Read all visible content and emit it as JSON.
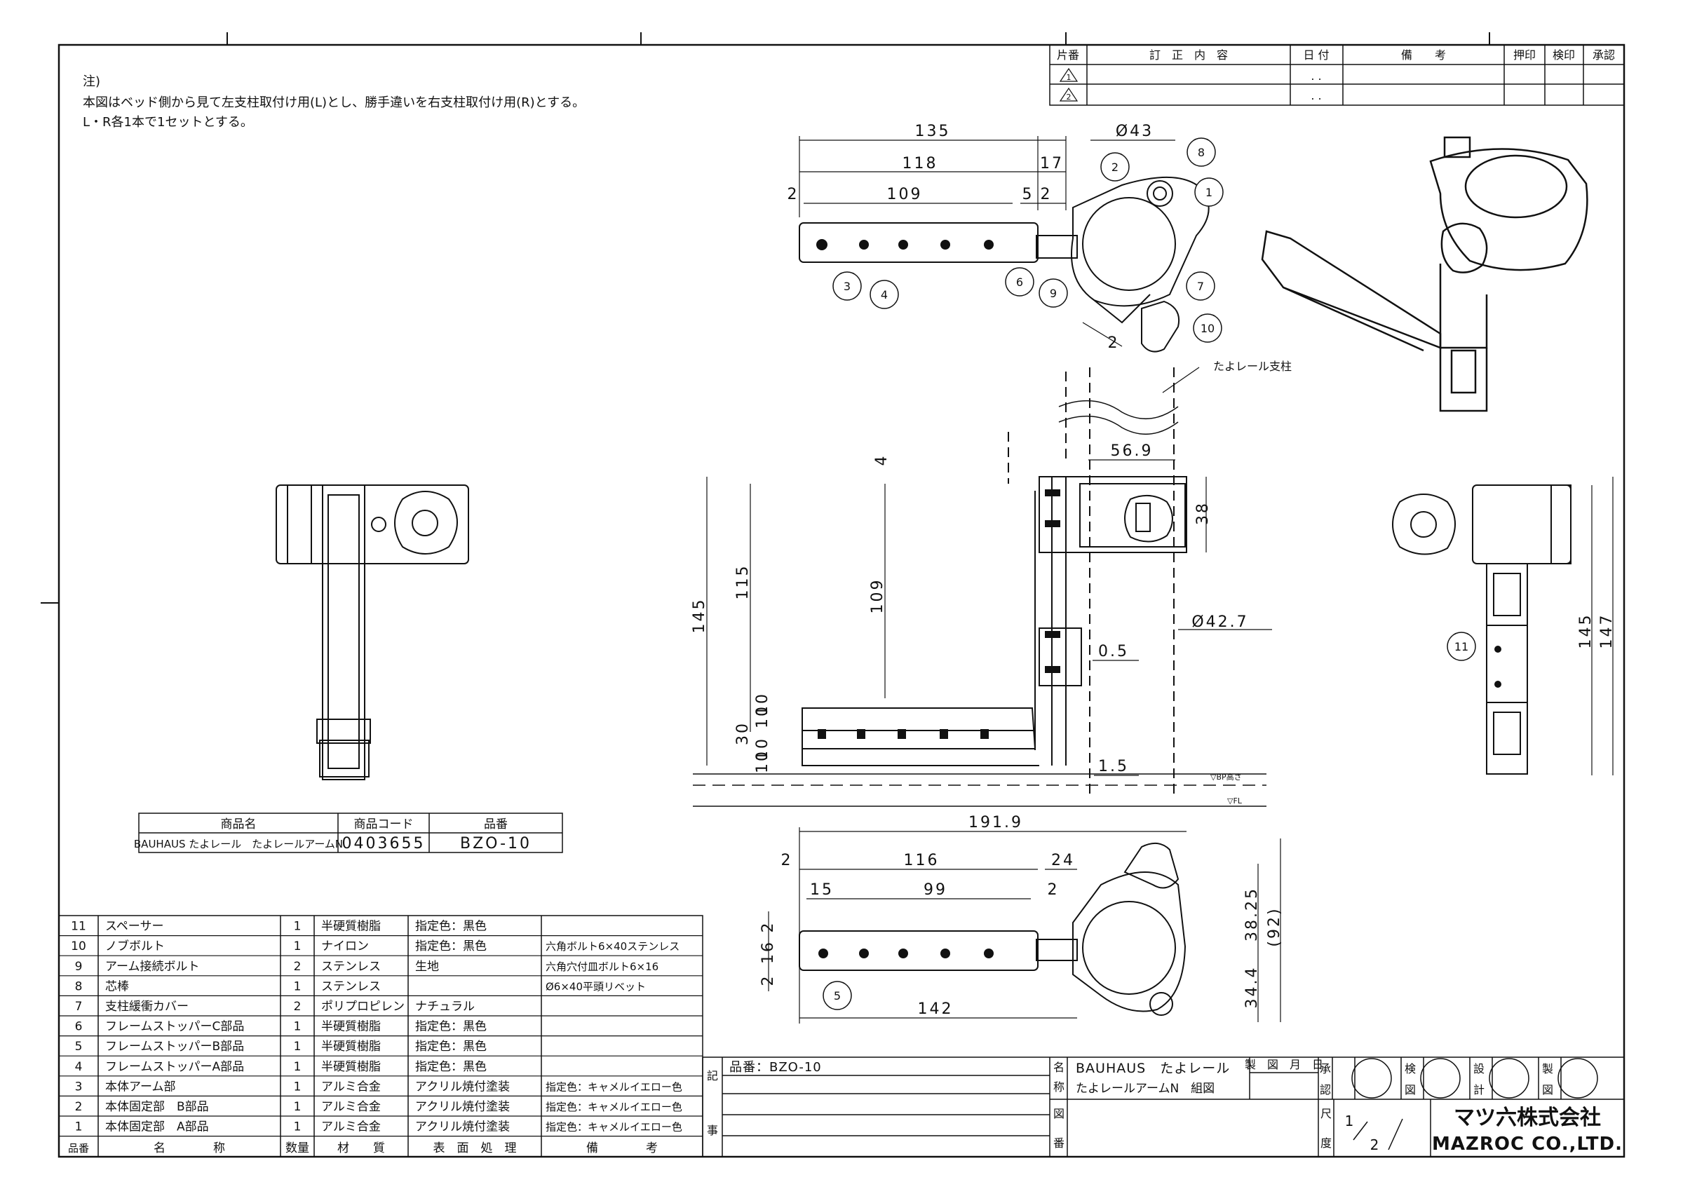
{
  "notes": {
    "heading": "注)",
    "line1": "本図はベッド側から見て左支柱取付け用(L)とし、勝手違いを右支柱取付け用(R)とする。",
    "line2": "L・R各1本で1セットとする。"
  },
  "revision_table": {
    "headers": [
      "片番",
      "訂　正　内　容",
      "日 付",
      "備　　考",
      "押印",
      "検印",
      "承認"
    ],
    "rows": [
      {
        "mark": "1",
        "date": ". ."
      },
      {
        "mark": "2",
        "date": ". ."
      }
    ]
  },
  "top_view": {
    "dims": [
      "135",
      "118",
      "109",
      "17",
      "2",
      "5",
      "2",
      "Ø43",
      "2"
    ],
    "balloons": [
      "2",
      "8",
      "1",
      "3",
      "4",
      "6",
      "9",
      "7",
      "10"
    ]
  },
  "front_view": {
    "label_pole": "たよレール支柱",
    "dims": [
      "56.9",
      "4",
      "38",
      "145",
      "115",
      "109",
      "Ø42.7",
      "0.5",
      "30",
      "10",
      "10",
      "10",
      "10",
      "1.5"
    ],
    "ref_bp": "▽BP高さ",
    "ref_fl": "▽FL"
  },
  "right_view": {
    "dims": [
      "145",
      "147"
    ],
    "balloons": [
      "11"
    ]
  },
  "bottom_view": {
    "dims": [
      "191.9",
      "116",
      "24",
      "2",
      "15",
      "99",
      "2",
      "2",
      "16",
      "2",
      "38.25",
      "(92)",
      "34.4",
      "142"
    ],
    "balloons": [
      "5"
    ]
  },
  "product_table": {
    "headers": [
      "商品名",
      "商品コード",
      "品番"
    ],
    "row": [
      "BAUHAUS たよレール　たよレールアームN",
      "0403655",
      "BZO-10"
    ]
  },
  "parts_table": {
    "headers": [
      "品番",
      "名　　　　称",
      "数量",
      "材　　質",
      "表　面　処　理",
      "備　　　　考"
    ],
    "rows": [
      [
        "11",
        "スペーサー",
        "1",
        "半硬質樹脂",
        "指定色：黒色",
        ""
      ],
      [
        "10",
        "ノブボルト",
        "1",
        "ナイロン",
        "指定色：黒色",
        "六角ボルト6×40ステンレス"
      ],
      [
        "9",
        "アーム接続ボルト",
        "2",
        "ステンレス",
        "生地",
        "六角穴付皿ボルト6×16"
      ],
      [
        "8",
        "芯棒",
        "1",
        "ステンレス",
        "",
        "Ø6×40平頭リベット"
      ],
      [
        "7",
        "支柱緩衝カバー",
        "2",
        "ポリプロピレン",
        "ナチュラル",
        ""
      ],
      [
        "6",
        "フレームストッパーC部品",
        "1",
        "半硬質樹脂",
        "指定色：黒色",
        ""
      ],
      [
        "5",
        "フレームストッパーB部品",
        "1",
        "半硬質樹脂",
        "指定色：黒色",
        ""
      ],
      [
        "4",
        "フレームストッパーA部品",
        "1",
        "半硬質樹脂",
        "指定色：黒色",
        ""
      ],
      [
        "3",
        "本体アーム部",
        "1",
        "アルミ合金",
        "アクリル焼付塗装",
        "指定色：キャメルイエロー色"
      ],
      [
        "2",
        "本体固定部　B部品",
        "1",
        "アルミ合金",
        "アクリル焼付塗装",
        "指定色：キャメルイエロー色"
      ],
      [
        "1",
        "本体固定部　A部品",
        "1",
        "アルミ合金",
        "アクリル焼付塗装",
        "指定色：キャメルイエロー色"
      ]
    ]
  },
  "title_block": {
    "ki_label": "記",
    "ji_label": "事",
    "part_no": "品番：BZO-10",
    "name_label_1": "名",
    "name_label_2": "称",
    "name_line1": "BAUHAUS　たよレール",
    "name_line2": "たよレールアームN　組図",
    "drawn_header": "製　図　月　日",
    "fig_label_1": "図",
    "fig_label_2": "番",
    "scale_label_1": "尺",
    "scale_label_2": "度",
    "scale_num": "1",
    "scale_den": "2",
    "approve_1": "承",
    "approve_2": "認",
    "check_1": "検",
    "check_2": "図",
    "design_1": "設",
    "design_2": "計",
    "draw_1": "製",
    "draw_2": "図",
    "company_jp": "マツ六株式会社",
    "company_en": "MAZROC CO.,LTD."
  }
}
